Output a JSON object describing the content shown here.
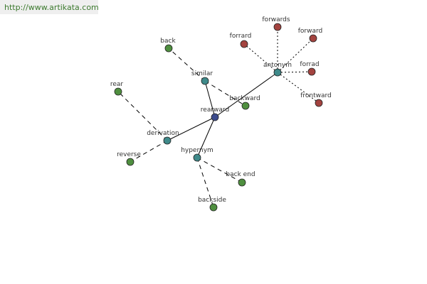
{
  "source_url": "http://www.artikata.com",
  "colors": {
    "center": "#3b4a8c",
    "relation": "#3f8a8a",
    "word_green": "#4f8f3f",
    "word_red": "#a3433f"
  },
  "nodes": {
    "rearward": "rearward",
    "antonym": "antonym",
    "similar": "similar",
    "derivation": "derivation",
    "hypernym": "hypernym",
    "forwards": "forwards",
    "forrard_left": "forrard",
    "forward": "forward",
    "forrad": "forrad",
    "frontward": "frontward",
    "back": "back",
    "backward": "backward",
    "rear": "rear",
    "reverse": "reverse",
    "back_end": "back end",
    "backside": "backside"
  }
}
